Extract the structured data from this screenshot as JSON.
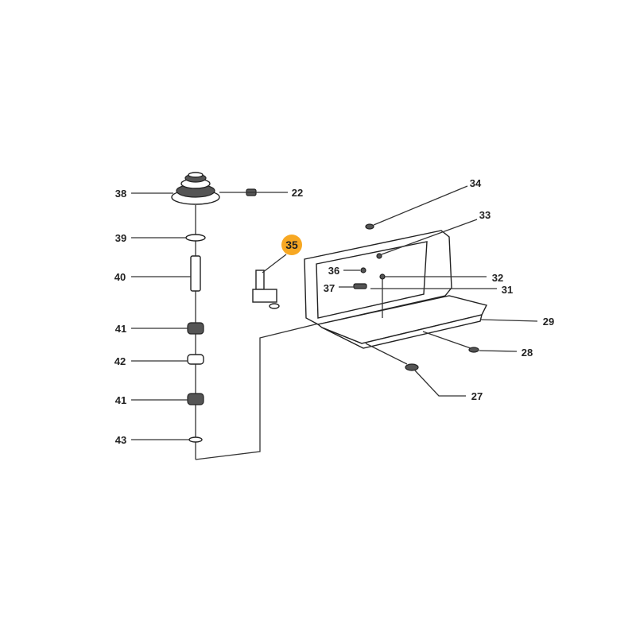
{
  "diagram": {
    "highlight_color": "#F7A823",
    "highlighted_part": "35",
    "callouts": {
      "p38": "38",
      "p22": "22",
      "p39": "39",
      "p40": "40",
      "p41a": "41",
      "p42": "42",
      "p41b": "41",
      "p43": "43",
      "p35": "35",
      "p34": "34",
      "p33": "33",
      "p36": "36",
      "p32": "32",
      "p37": "37",
      "p31": "31",
      "p29": "29",
      "p28": "28",
      "p27": "27"
    }
  }
}
